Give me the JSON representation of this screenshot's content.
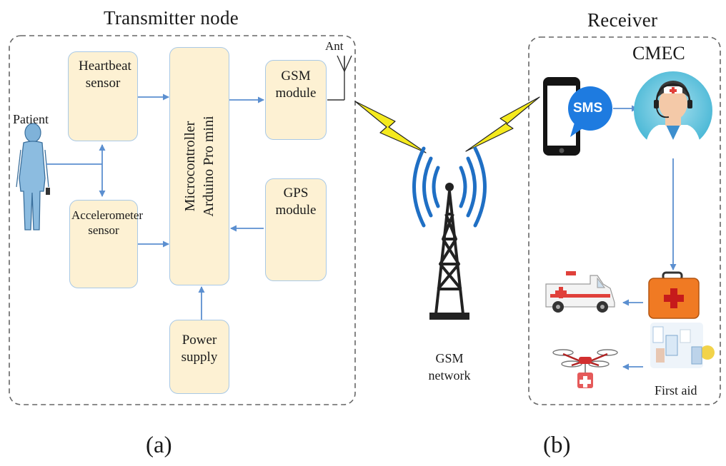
{
  "transmitter": {
    "title": "Transmitter node",
    "patient_label": "Patient",
    "heartbeat_label": "Heartbeat sensor",
    "accelerometer_label": "Accelerometer sensor",
    "mcu_label_line1": "Microcontroller",
    "mcu_label_line2": "Arduino Pro mini",
    "gsm_module_label": "GSM module",
    "gps_module_label": "GPS module",
    "power_label": "Power supply",
    "antenna_label": "Ant"
  },
  "network": {
    "label_line1": "GSM",
    "label_line2": "network"
  },
  "receiver": {
    "title": "Receiver",
    "cmec_label": "CMEC",
    "sms_label": "SMS",
    "first_aid_label": "First aid"
  },
  "captions": {
    "a": "(a)",
    "b": "(b)"
  },
  "colors": {
    "box_fill": "#fdf1d3",
    "box_border": "#a9c9e6",
    "arrow": "#5b8fd0",
    "dashed_border": "#666666",
    "lightning": "#f5ea1e",
    "tower_waves": "#1f6fc4"
  },
  "icons": [
    "person-icon",
    "heart-icon",
    "accelerometer-icon",
    "map-pin-icon",
    "antenna-icon",
    "lightning-icon",
    "tower-icon",
    "phone-icon",
    "sms-icon",
    "doctor-icon",
    "ambulance-icon",
    "first-aid-kit-icon",
    "drone-icon"
  ]
}
